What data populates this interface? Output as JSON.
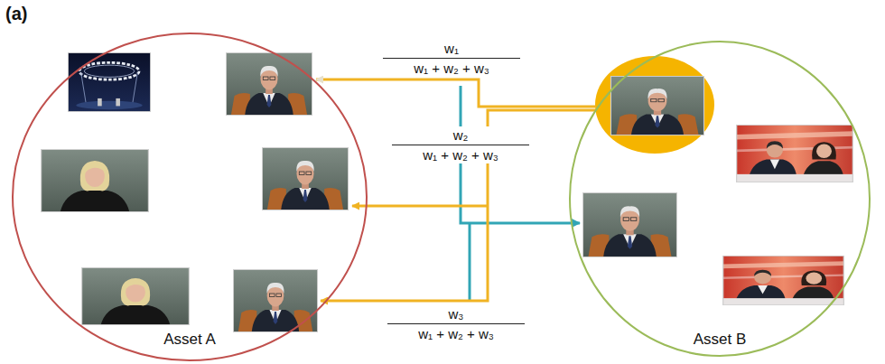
{
  "diagram": {
    "nodes": [
      {
        "text": [
          "Asset A"
        ]
      },
      {
        "text": [
          "Asset B"
        ]
      }
    ],
    "labels": [
      "(a)",
      "w₁",
      "w₁ + w₂ + w₃",
      "w₂",
      "w₁ + w₂ + w₃",
      "w₃",
      "w₁ + w₂ + w₃"
    ]
  }
}
